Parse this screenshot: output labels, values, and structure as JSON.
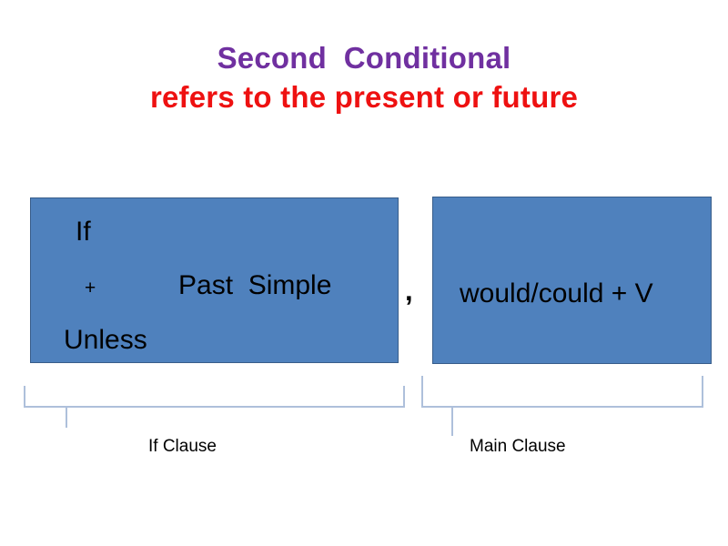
{
  "slide": {
    "background_color": "#FFFFFF",
    "title": {
      "line1": "Second  Conditional",
      "line1_color": "#7030A0",
      "line2": "refers to the present or future",
      "line2_color": "#EE1111"
    },
    "if_box": {
      "fill_color": "#4F81BD",
      "border_color": "#385D8A",
      "if_word": "If",
      "plus": "+",
      "tense": "Past  Simple",
      "unless_word": "Unless"
    },
    "separator": {
      "comma": ","
    },
    "main_box": {
      "fill_color": "#4F81BD",
      "border_color": "#385D8A",
      "text": "would/could + V"
    },
    "brackets": {
      "line_color": "#AEC0DB",
      "left_label": "If Clause",
      "right_label": "Main Clause"
    }
  }
}
